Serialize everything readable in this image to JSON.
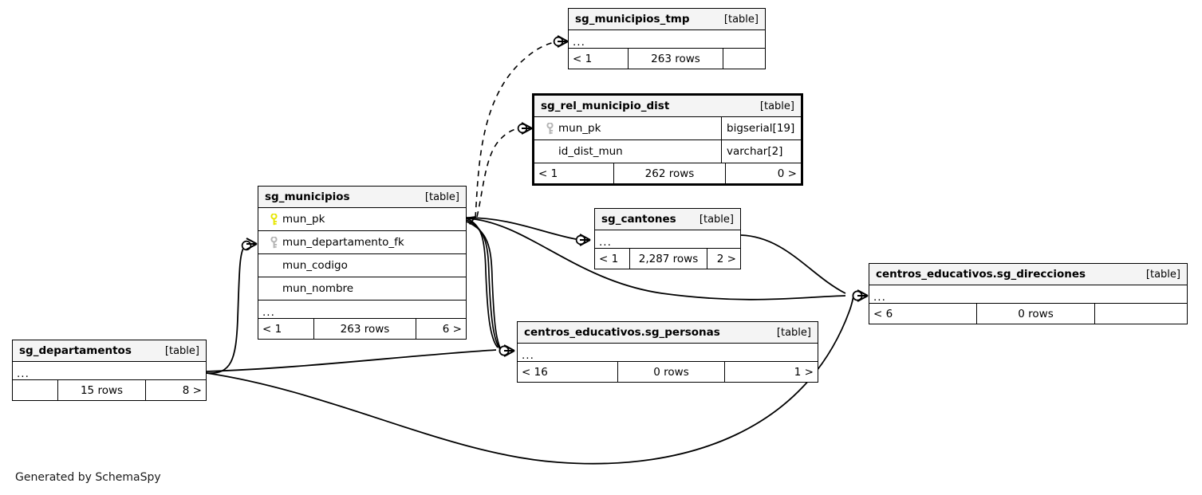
{
  "diagram": {
    "title": "SchemaSpy relationships diagram",
    "generated_by": "Generated by SchemaSpy",
    "table_tag": "[table]",
    "ellipsis": "...",
    "colors": {
      "primary_key": "#e6e600",
      "foreign_key": "#b3b3b3",
      "table_header_bg": "#f4f4f4",
      "border": "#000000",
      "background": "#ffffff"
    }
  },
  "tables": [
    {
      "id": "sg_municipios_tmp",
      "name": "sg_municipios_tmp",
      "tag": "[table]",
      "emphasized": false,
      "columns": [],
      "has_ellipsis": true,
      "ellipsis": "...",
      "footer": {
        "left": "< 1",
        "center": "263 rows",
        "right": ""
      }
    },
    {
      "id": "sg_rel_municipio_dist",
      "name": "sg_rel_municipio_dist",
      "tag": "[table]",
      "emphasized": true,
      "columns": [
        {
          "name": "mun_pk",
          "type": "bigserial[19]",
          "key": "foreign-key"
        },
        {
          "name": "id_dist_mun",
          "type": "varchar[2]",
          "key": "none"
        }
      ],
      "has_ellipsis": false,
      "footer": {
        "left": "< 1",
        "center": "262 rows",
        "right": "0 >"
      }
    },
    {
      "id": "sg_municipios",
      "name": "sg_municipios",
      "tag": "[table]",
      "emphasized": false,
      "columns": [
        {
          "name": "mun_pk",
          "type": "",
          "key": "primary-key"
        },
        {
          "name": "mun_departamento_fk",
          "type": "",
          "key": "foreign-key"
        },
        {
          "name": "mun_codigo",
          "type": "",
          "key": "none"
        },
        {
          "name": "mun_nombre",
          "type": "",
          "key": "none"
        }
      ],
      "has_ellipsis": true,
      "ellipsis": "...",
      "footer": {
        "left": "< 1",
        "center": "263 rows",
        "right": "6 >"
      }
    },
    {
      "id": "sg_cantones",
      "name": "sg_cantones",
      "tag": "[table]",
      "emphasized": false,
      "columns": [],
      "has_ellipsis": true,
      "ellipsis": "...",
      "footer": {
        "left": "< 1",
        "center": "2,287 rows",
        "right": "2 >"
      }
    },
    {
      "id": "centros_educativos_sg_direcciones",
      "name": "centros_educativos.sg_direcciones",
      "tag": "[table]",
      "emphasized": false,
      "columns": [],
      "has_ellipsis": true,
      "ellipsis": "...",
      "footer": {
        "left": "< 6",
        "center": "0 rows",
        "right": ""
      }
    },
    {
      "id": "centros_educativos_sg_personas",
      "name": "centros_educativos.sg_personas",
      "tag": "[table]",
      "emphasized": false,
      "columns": [],
      "has_ellipsis": true,
      "ellipsis": "...",
      "footer": {
        "left": "< 16",
        "center": "0 rows",
        "right": "1 >"
      }
    },
    {
      "id": "sg_departamentos",
      "name": "sg_departamentos",
      "tag": "[table]",
      "emphasized": false,
      "columns": [],
      "has_ellipsis": true,
      "ellipsis": "...",
      "footer": {
        "left": "",
        "center": "15 rows",
        "right": "8 >"
      }
    }
  ],
  "relationships": [
    {
      "from": "sg_municipios",
      "to": "sg_municipios_tmp",
      "style": "dashed",
      "cardinality": "zero-or-many"
    },
    {
      "from": "sg_municipios",
      "to": "sg_rel_municipio_dist",
      "style": "dashed",
      "cardinality": "zero-or-many"
    },
    {
      "from": "sg_municipios",
      "to": "sg_cantones",
      "style": "solid",
      "cardinality": "zero-or-many"
    },
    {
      "from": "sg_municipios",
      "to": "centros_educativos_sg_direcciones",
      "style": "solid",
      "cardinality": "zero-or-many"
    },
    {
      "from": "sg_municipios",
      "to": "centros_educativos_sg_personas",
      "style": "solid",
      "cardinality": "zero-or-many"
    },
    {
      "from": "sg_departamentos",
      "to": "sg_municipios",
      "style": "solid",
      "cardinality": "zero-or-many"
    },
    {
      "from": "sg_departamentos",
      "to": "centros_educativos_sg_personas",
      "style": "solid",
      "cardinality": "zero-or-many"
    },
    {
      "from": "sg_departamentos",
      "to": "centros_educativos_sg_direcciones",
      "style": "solid",
      "cardinality": "zero-or-many"
    },
    {
      "from": "sg_cantones",
      "to": "centros_educativos_sg_direcciones",
      "style": "solid",
      "cardinality": "zero-or-many"
    }
  ]
}
